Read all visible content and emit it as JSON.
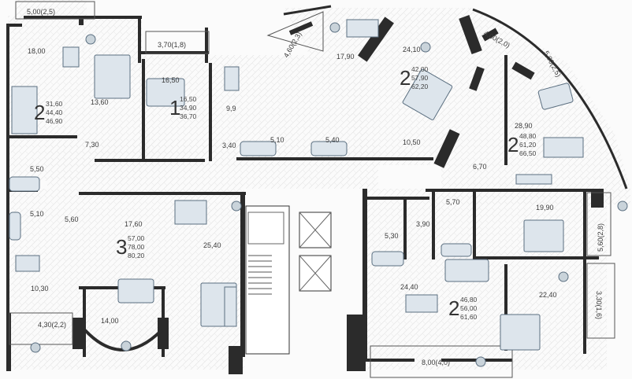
{
  "colors": {
    "wall": "#2b2b2b",
    "floor": "#f3f3f3",
    "furniture": "#8fa3b4",
    "accent": "#5b6f80"
  },
  "balconies": [
    "5,00(2,5)",
    "3,70(1,8)",
    "4,60(2,3)",
    "4,00(2,0)",
    "5,00(2,5)",
    "5,60(2,8)",
    "3,30(1,6)",
    "8,00(4,0)",
    "4,30(2,2)"
  ],
  "rooms": [
    "18,00",
    "13,60",
    "7,30",
    "5,50",
    "16,50",
    "9,9",
    "3,40",
    "5,10",
    "5,40",
    "17,90",
    "24,10",
    "10,50",
    "28,90",
    "6,70",
    "5,10",
    "5,60",
    "17,60",
    "25,40",
    "10,30",
    "14,00",
    "5,30",
    "3,90",
    "5,70",
    "19,90",
    "24,40",
    "22,40"
  ],
  "apartments": [
    {
      "rooms": "2",
      "areas": [
        "31,60",
        "44,40",
        "46,90"
      ]
    },
    {
      "rooms": "1",
      "areas": [
        "16,50",
        "34,90",
        "36,70"
      ]
    },
    {
      "rooms": "2",
      "areas": [
        "42,00",
        "57,90",
        "62,20"
      ]
    },
    {
      "rooms": "2",
      "areas": [
        "48,80",
        "61,20",
        "66,50"
      ]
    },
    {
      "rooms": "3",
      "areas": [
        "57,00",
        "78,00",
        "80,20"
      ]
    },
    {
      "rooms": "2",
      "areas": [
        "46,80",
        "56,00",
        "61,60"
      ]
    }
  ]
}
